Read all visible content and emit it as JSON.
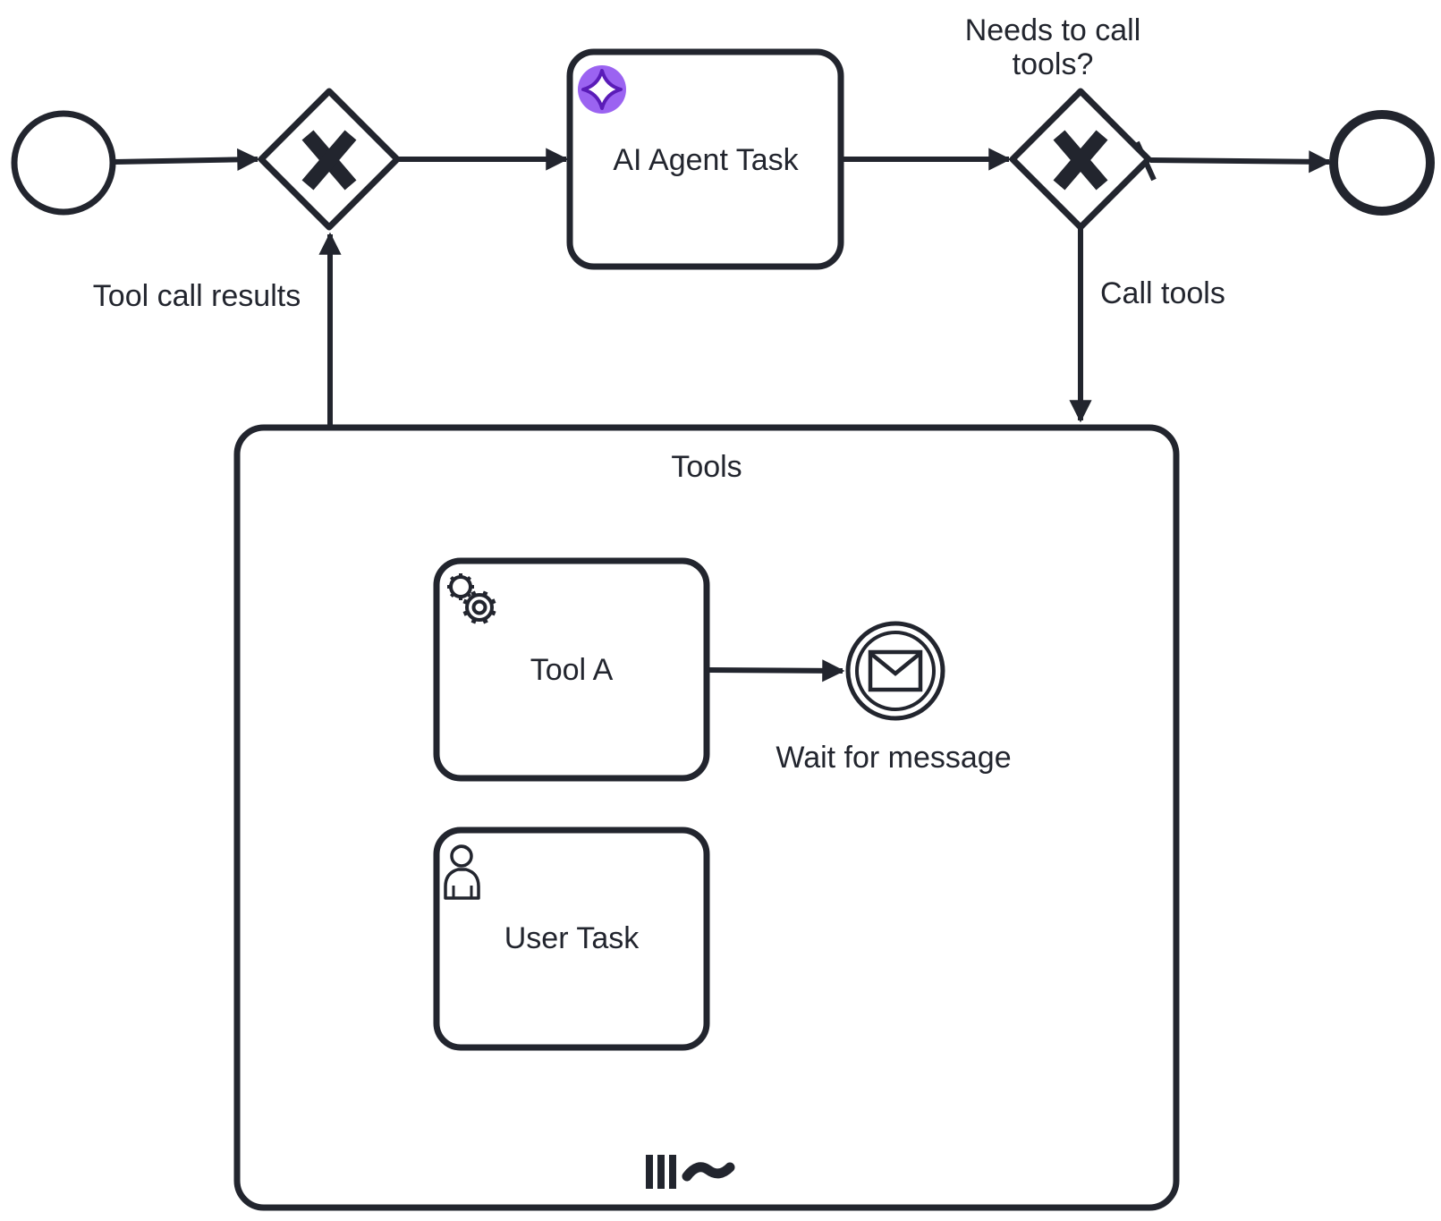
{
  "diagram": {
    "kind": "bpmn-workflow",
    "colors": {
      "stroke": "#22252e",
      "background": "#ffffff",
      "ai_icon_circle": "#9b63f1",
      "ai_icon_star_stroke": "#5a1cb8",
      "ai_icon_star_fill": "#ffffff"
    },
    "nodes": {
      "start_event": {
        "type": "start-event"
      },
      "loop_gateway": {
        "type": "exclusive-gateway",
        "marker": "X"
      },
      "ai_agent_task": {
        "label": "AI Agent Task",
        "icon": "ai-sparkle-icon"
      },
      "decision_gateway": {
        "type": "exclusive-gateway",
        "marker": "X",
        "label_line1": "Needs to call",
        "label_line2": "tools?"
      },
      "end_event": {
        "type": "end-event"
      },
      "tools_subprocess": {
        "label": "Tools",
        "markers": [
          "parallel-multi-instance",
          "ad-hoc"
        ]
      },
      "tool_a_task": {
        "label": "Tool A",
        "icon": "gears-icon"
      },
      "wait_for_message_event": {
        "label": "Wait for message",
        "icon": "envelope-icon"
      },
      "user_task": {
        "label": "User Task",
        "icon": "person-icon"
      }
    },
    "flows": {
      "start_to_loop_gateway": {},
      "loop_gateway_to_ai_task": {},
      "ai_task_to_decision_gateway": {},
      "decision_to_end": {
        "marker": "default-flow-slash"
      },
      "call_tools": {
        "label": "Call tools"
      },
      "tool_call_results": {
        "label": "Tool call results"
      },
      "tool_a_to_wait": {}
    }
  }
}
